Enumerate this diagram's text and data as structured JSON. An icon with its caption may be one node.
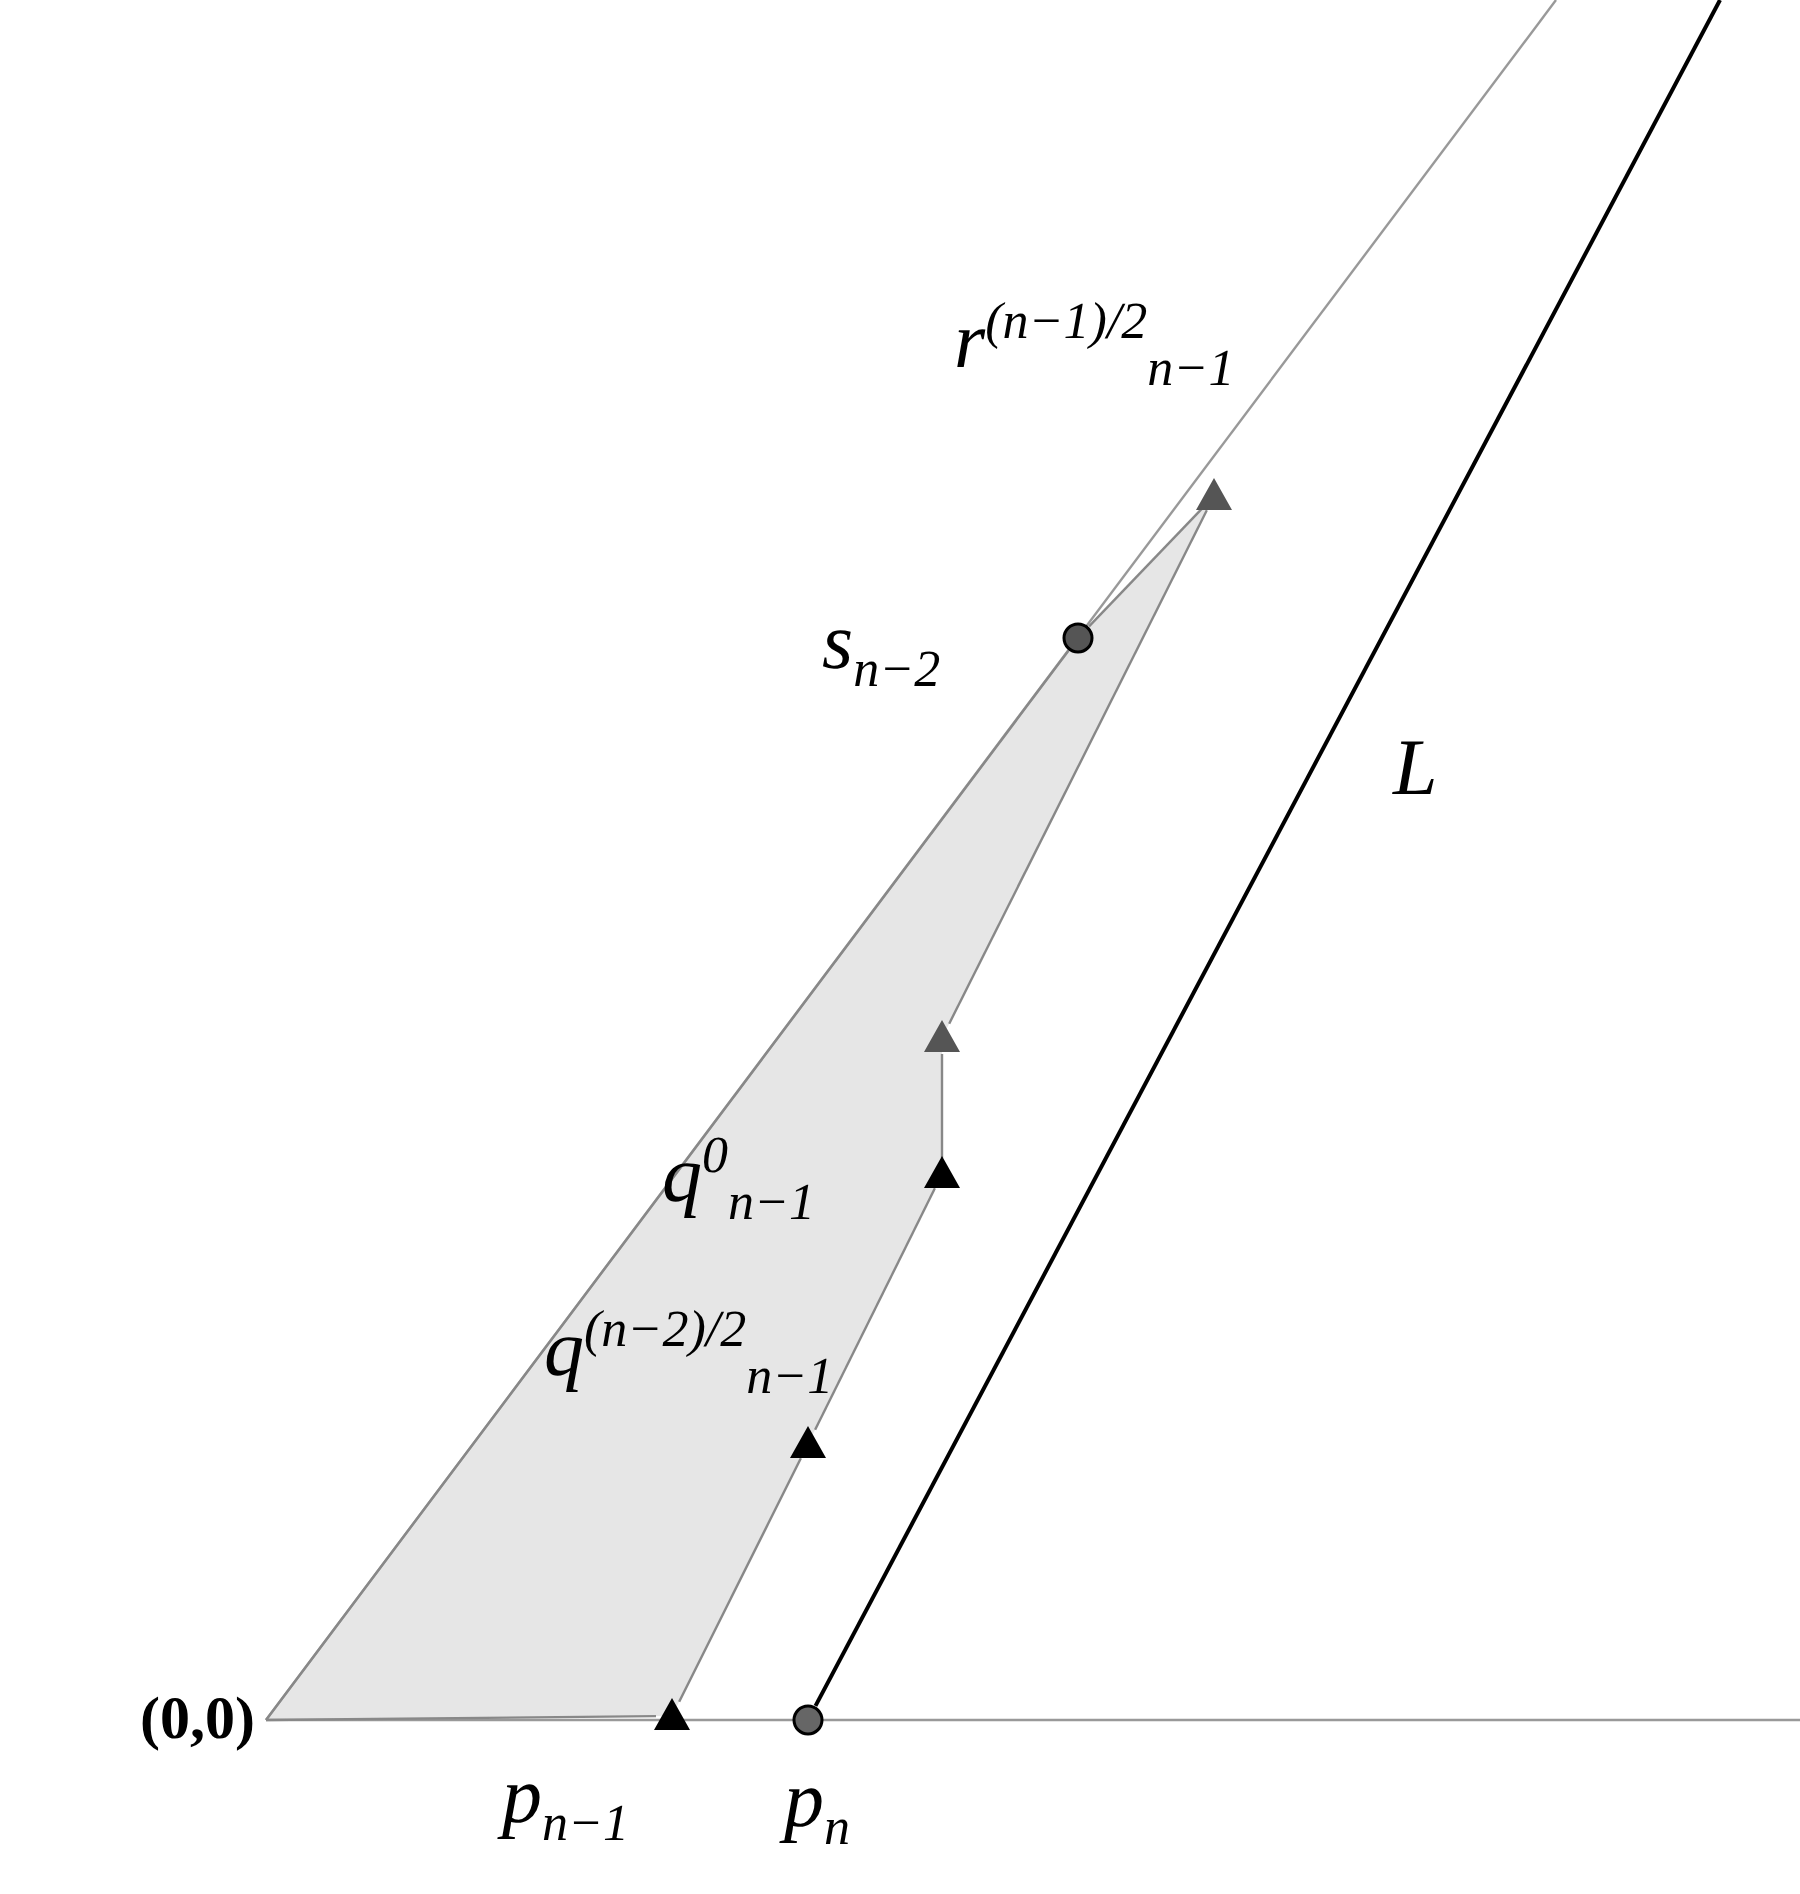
{
  "diagram": {
    "nodes": [
      {
        "text": [
          "(0,0)"
        ]
      },
      {
        "text": [],
        "shape": "triangle",
        "beside": [
          "p$_{n−1}$"
        ]
      },
      {
        "text": [],
        "shape": "triangle",
        "beside": [
          "q$^{(n−2)/2}$$_{n−1}$"
        ]
      },
      {
        "text": [],
        "shape": "triangle",
        "beside": [
          "q$^{0}$$_{n−1}$"
        ]
      },
      {
        "text": [],
        "shape": "triangle"
      },
      {
        "text": [],
        "shape": "triangle",
        "beside": [
          "r$^{(n−1)/2}$$_{n−1}$"
        ]
      },
      {
        "text": [],
        "shape": "circle",
        "beside": [
          "s$_{n−2}$"
        ]
      },
      {
        "text": [],
        "shape": "circle",
        "beside": [
          "p$_{n}$"
        ]
      }
    ],
    "edges": [
      {
        "from": 0,
        "to": 1,
        "arrow": "none"
      },
      {
        "from": 1,
        "to": 2,
        "arrow": "none"
      },
      {
        "from": 2,
        "to": 3,
        "arrow": "none"
      },
      {
        "from": 3,
        "to": 4,
        "arrow": "none"
      },
      {
        "from": 4,
        "to": 5,
        "arrow": "none"
      },
      {
        "from": 5,
        "to": 6,
        "arrow": "none"
      },
      {
        "from": 6,
        "to": 0,
        "arrow": "none"
      },
      {
        "from": 7,
        "to": null,
        "arrow": "none",
        "label": "L",
        "color": "#000000"
      }
    ]
  }
}
